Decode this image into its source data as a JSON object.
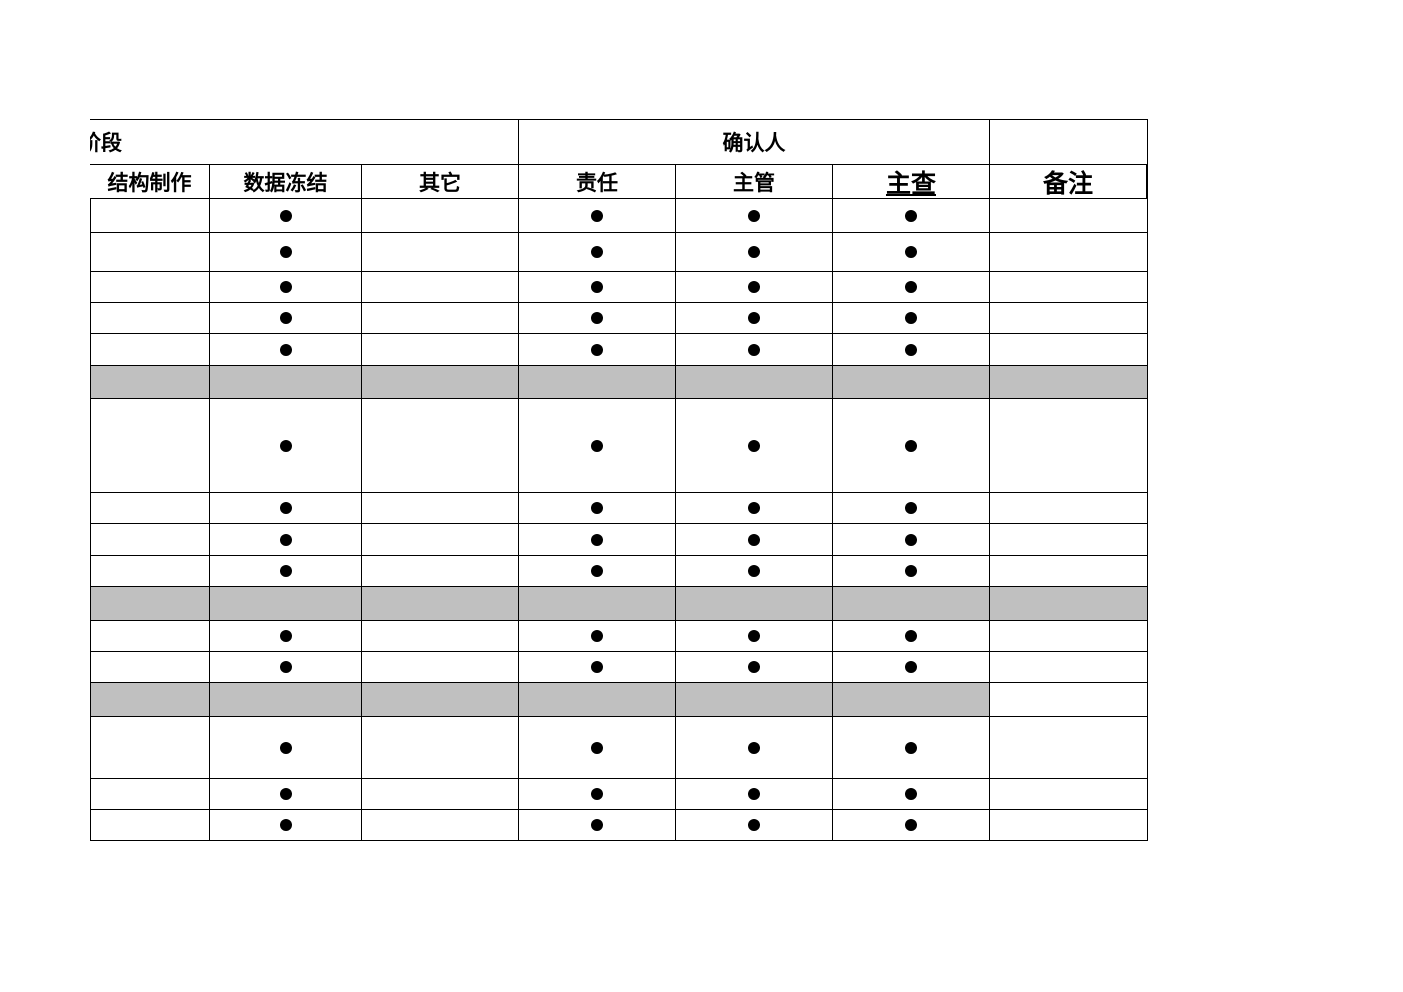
{
  "header": {
    "stage_group": "阶段",
    "confirm_group": "确认人",
    "columns": [
      "结构制作",
      "数据冻结",
      "其它",
      "责任",
      "主管",
      "主查",
      "备注"
    ]
  },
  "rows": [
    {
      "gray": false,
      "cells": [
        "",
        "●",
        "",
        "●",
        "●",
        "●",
        ""
      ]
    },
    {
      "gray": false,
      "cells": [
        "",
        "●",
        "",
        "●",
        "●",
        "●",
        ""
      ]
    },
    {
      "gray": false,
      "cells": [
        "",
        "●",
        "",
        "●",
        "●",
        "●",
        ""
      ]
    },
    {
      "gray": false,
      "cells": [
        "",
        "●",
        "",
        "●",
        "●",
        "●",
        ""
      ]
    },
    {
      "gray": false,
      "cells": [
        "",
        "●",
        "",
        "●",
        "●",
        "●",
        ""
      ]
    },
    {
      "gray": true,
      "gray_last": true,
      "cells": [
        "",
        "",
        "",
        "",
        "",
        "",
        ""
      ]
    },
    {
      "gray": false,
      "cells": [
        "",
        "●",
        "",
        "●",
        "●",
        "●",
        ""
      ]
    },
    {
      "gray": false,
      "cells": [
        "",
        "●",
        "",
        "●",
        "●",
        "●",
        ""
      ]
    },
    {
      "gray": false,
      "cells": [
        "",
        "●",
        "",
        "●",
        "●",
        "●",
        ""
      ]
    },
    {
      "gray": false,
      "cells": [
        "",
        "●",
        "",
        "●",
        "●",
        "●",
        ""
      ]
    },
    {
      "gray": true,
      "gray_last": true,
      "cells": [
        "",
        "",
        "",
        "",
        "",
        "",
        ""
      ]
    },
    {
      "gray": false,
      "cells": [
        "",
        "●",
        "",
        "●",
        "●",
        "●",
        ""
      ]
    },
    {
      "gray": false,
      "cells": [
        "",
        "●",
        "",
        "●",
        "●",
        "●",
        ""
      ]
    },
    {
      "gray": true,
      "gray_last": false,
      "cells": [
        "",
        "",
        "",
        "",
        "",
        "",
        ""
      ]
    },
    {
      "gray": false,
      "cells": [
        "",
        "●",
        "",
        "●",
        "●",
        "●",
        ""
      ]
    },
    {
      "gray": false,
      "cells": [
        "",
        "●",
        "",
        "●",
        "●",
        "●",
        ""
      ]
    },
    {
      "gray": false,
      "cells": [
        "",
        "●",
        "",
        "●",
        "●",
        "●",
        ""
      ]
    }
  ]
}
